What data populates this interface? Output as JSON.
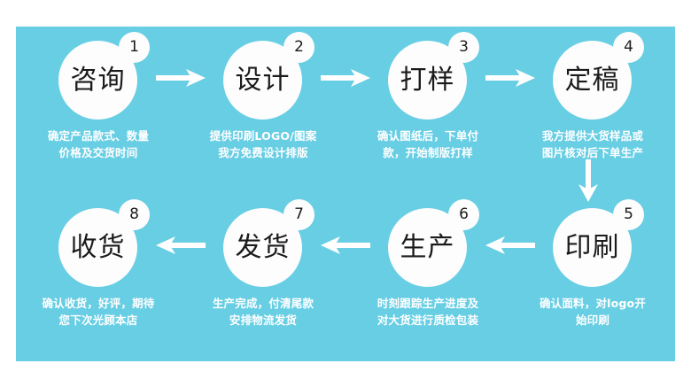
{
  "panel": {
    "background_color": "#68cee4",
    "circle_color": "#fdfdfd",
    "text_color_circle": "#1b1b1b",
    "text_color_desc": "#ffffff"
  },
  "flow": {
    "top_row": [
      {
        "number": "1",
        "title": "咨询",
        "desc_lines": [
          "确定产品款式、数量",
          "价格及交货时间"
        ]
      },
      {
        "number": "2",
        "title": "设计",
        "desc_lines": [
          "提供印刷LOGO/图案",
          "我方免费设计排版"
        ]
      },
      {
        "number": "3",
        "title": "打样",
        "desc_lines": [
          "确认图纸后，下单付",
          "款，开始制版打样"
        ]
      },
      {
        "number": "4",
        "title": "定稿",
        "desc_lines": [
          "我方提供大货样品或",
          "图片核对后下单生产"
        ]
      }
    ],
    "bottom_row": [
      {
        "number": "8",
        "title": "收货",
        "desc_lines": [
          "确认收货，好评，期待",
          "您下次光顾本店"
        ]
      },
      {
        "number": "7",
        "title": "发货",
        "desc_lines": [
          "生产完成，付清尾款",
          "安排物流发货"
        ]
      },
      {
        "number": "6",
        "title": "生产",
        "desc_lines": [
          "时刻跟踪生产进度及",
          "对大货进行质检包装"
        ]
      },
      {
        "number": "5",
        "title": "印刷",
        "desc_lines": [
          "确认面料，对logo开",
          "始印刷"
        ]
      }
    ],
    "connectors": {
      "top_arrows": [
        "arrow-right-icon",
        "arrow-right-icon",
        "arrow-right-icon"
      ],
      "bottom_arrows": [
        "arrow-left-icon",
        "arrow-left-icon",
        "arrow-left-icon"
      ],
      "vertical_arrow": "arrow-down-icon"
    }
  }
}
